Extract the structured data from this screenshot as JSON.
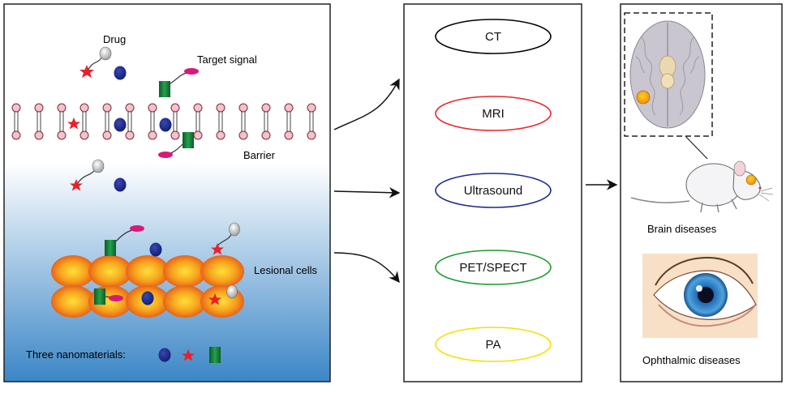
{
  "left_panel": {
    "drug_label": "Drug",
    "target_signal_label": "Target signal",
    "barrier_label": "Barrier",
    "lesional_cells_label": "Lesional cells",
    "nanomaterials_label": "Three nanomaterials:"
  },
  "imaging": {
    "modalities": [
      {
        "label": "CT",
        "color": "#000000"
      },
      {
        "label": "MRI",
        "color": "#e8262b"
      },
      {
        "label": "Ultrasound",
        "color": "#1d2a8c"
      },
      {
        "label": "PET/SPECT",
        "color": "#1e9a2e"
      },
      {
        "label": "PA",
        "color": "#f2e200"
      }
    ]
  },
  "diseases": {
    "brain_label": "Brain diseases",
    "eye_label": "Ophthalmic diseases"
  },
  "colors": {
    "drug_red": "#e8202a",
    "nano_blue": "#1c2a8e",
    "signal_green": "#1f7a3a",
    "signal_pink": "#d8197a",
    "cell_orange": "#f07a1a",
    "membrane_pink": "#f3c2cc"
  }
}
